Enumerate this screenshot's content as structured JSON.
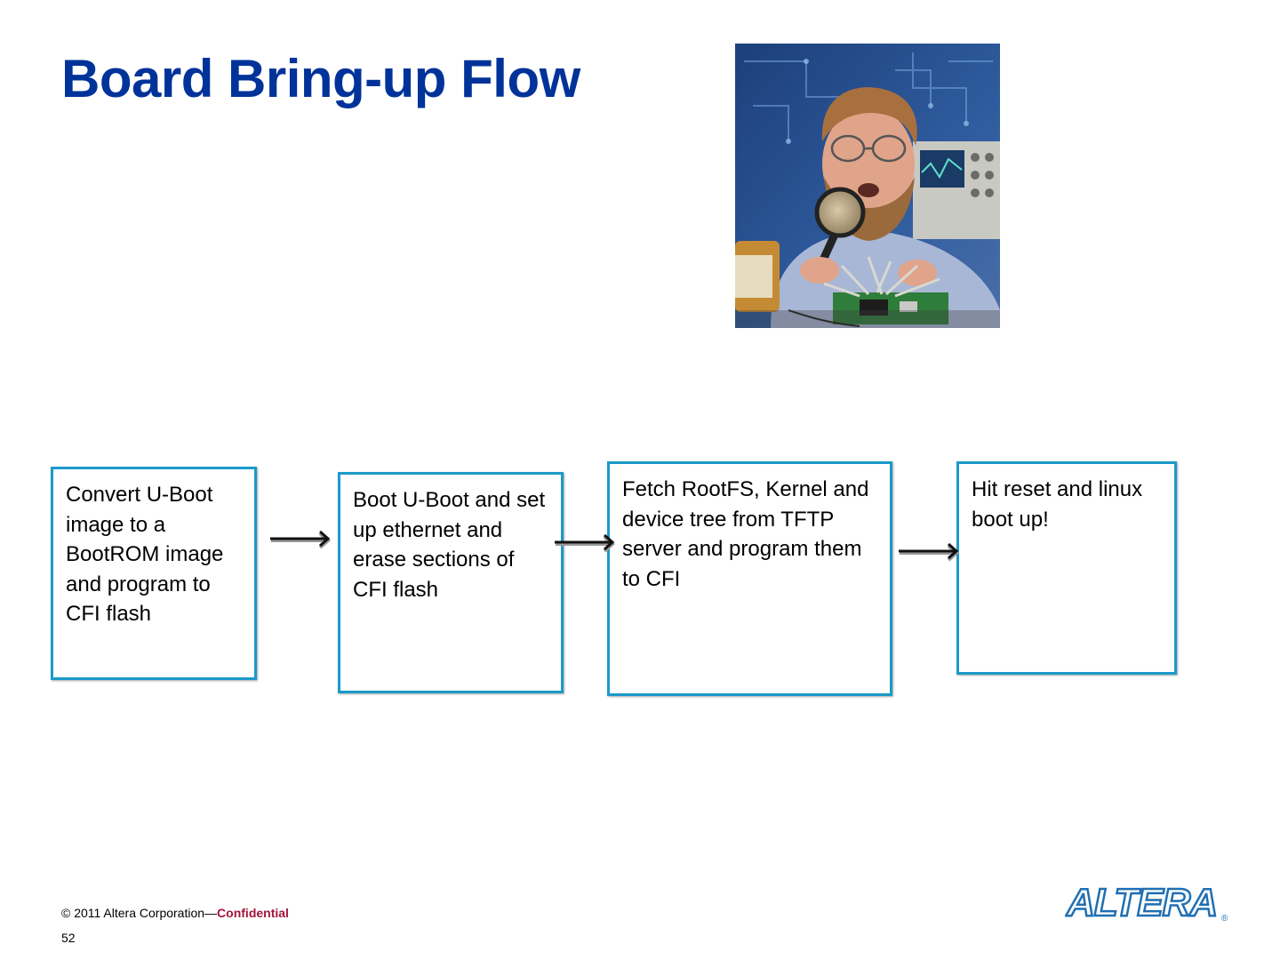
{
  "slide": {
    "title": "Board Bring-up Flow",
    "photo_icon": "engineer-with-magnifying-glass-photo"
  },
  "flow": {
    "steps": [
      {
        "text": "Convert U-Boot image to a BootROM image and program to CFI flash"
      },
      {
        "text": "Boot U-Boot and set up ethernet and erase sections of CFI flash"
      },
      {
        "text": "Fetch RootFS, Kernel and device tree from TFTP server and program them to CFI"
      },
      {
        "text": "Hit reset and linux boot up!"
      }
    ],
    "box_border_color": "#1a9ac9",
    "arrow_icon": "right-arrow-icon"
  },
  "footer": {
    "copyright": "© 2011 Altera Corporation—",
    "confidential": "Confidential",
    "page_number": "52",
    "logo_text": "ALTERA",
    "logo_mark": "®"
  },
  "colors": {
    "title": "#003399",
    "confidential": "#a3133b",
    "logo": "#1f6fb2"
  }
}
